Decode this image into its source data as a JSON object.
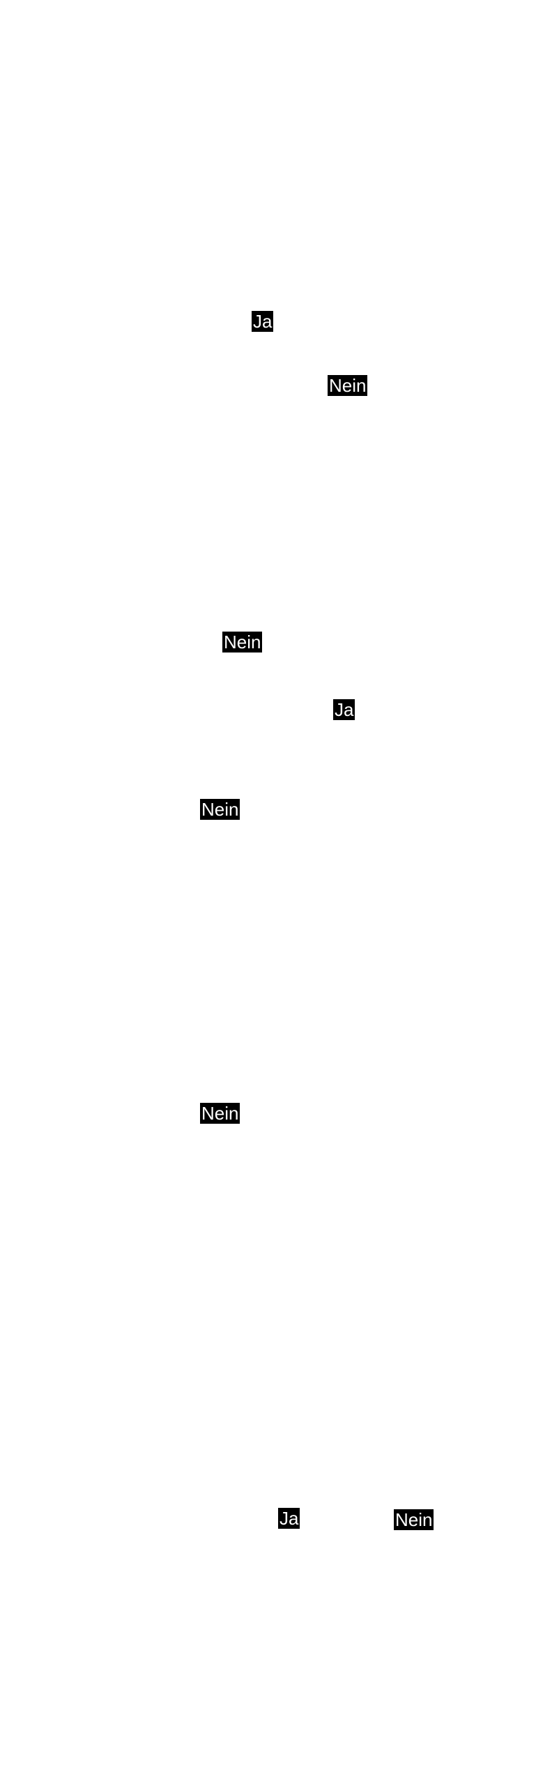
{
  "labels": [
    "Ja",
    "Nein",
    "Nein",
    "Ja",
    "Nein",
    "Nein",
    "Ja",
    "Nein"
  ],
  "colors": {
    "background": "#ffffff",
    "label_background": "#000000",
    "label_text": "#ffffff"
  }
}
